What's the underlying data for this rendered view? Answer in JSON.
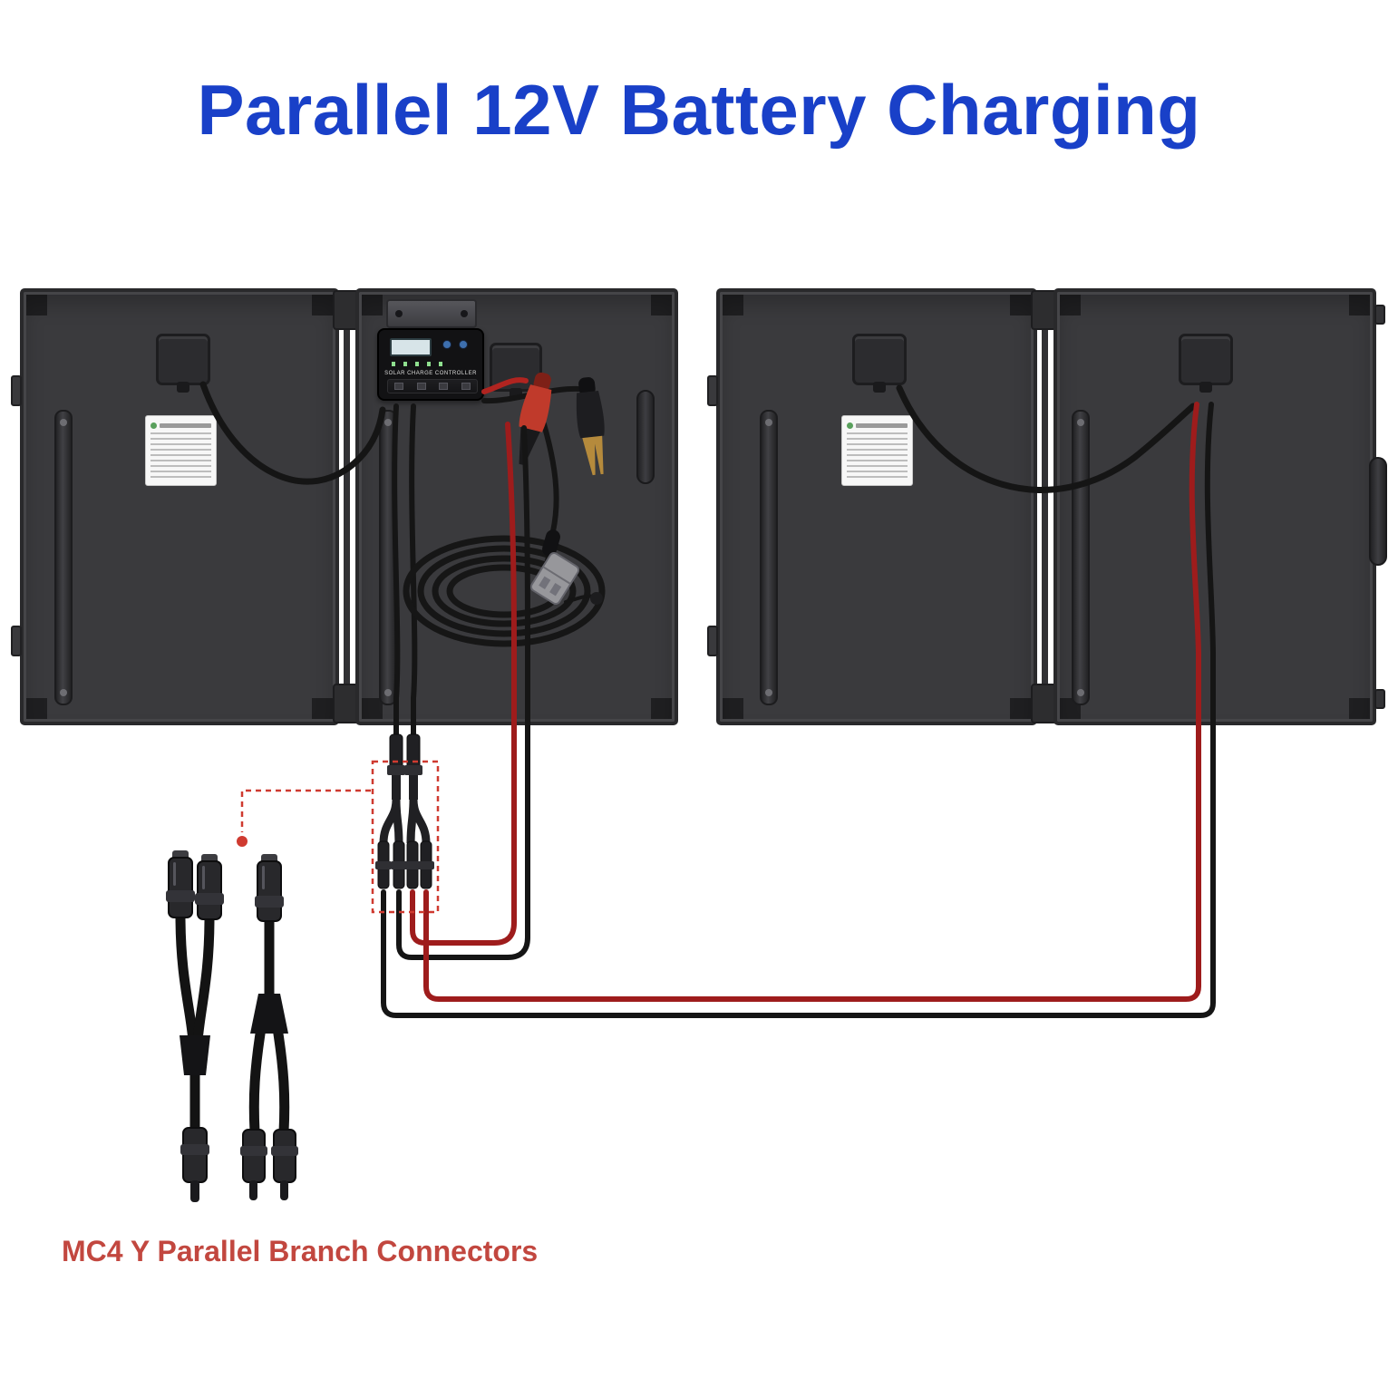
{
  "page": {
    "title": "Parallel 12V Battery Charging",
    "caption": "MC4 Y Parallel Branch Connectors"
  },
  "controller": {
    "label": "SOLAR CHARGE CONTROLLER"
  },
  "colors": {
    "title_blue": "#1940c8",
    "caption_red": "#c2473f",
    "annotation_red": "#cf3a30",
    "panel_body": "#3a3a3d",
    "panel_frame": "#29292b",
    "wire_black": "#151515",
    "wire_red": "#9e1c1c"
  }
}
